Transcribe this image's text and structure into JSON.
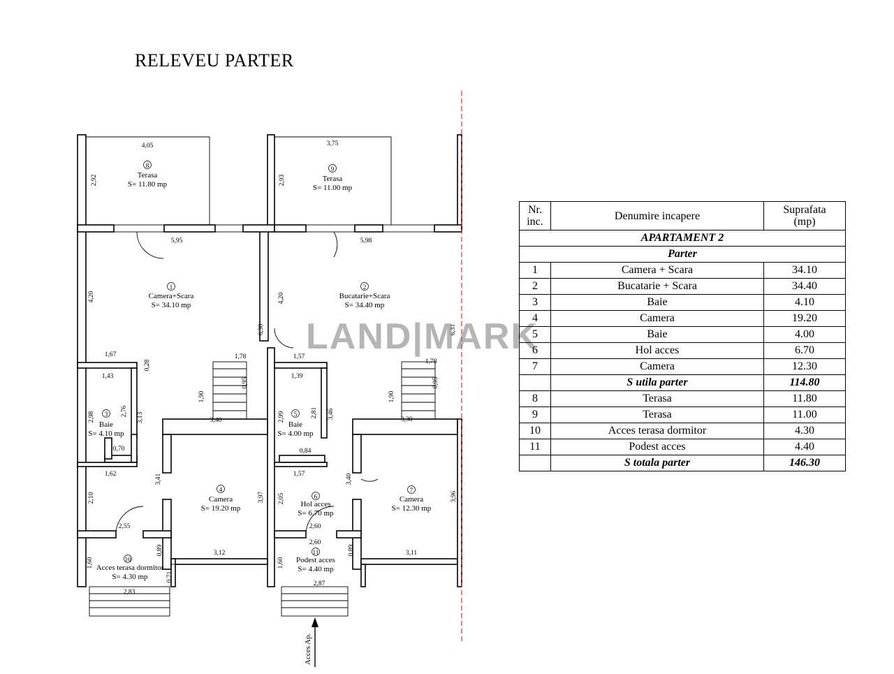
{
  "title": "RELEVEU PARTER",
  "watermark": "LAND|MARK",
  "rooms": [
    {
      "nr": "8",
      "name": "Terasa",
      "area": "S= 11.80 mp"
    },
    {
      "nr": "9",
      "name": "Terasa",
      "area": "S= 11.00 mp"
    },
    {
      "nr": "1",
      "name": "Camera+Scara",
      "area": "S= 34.10 mp"
    },
    {
      "nr": "2",
      "name": "Bucatarie+Scara",
      "area": "S= 34.40 mp"
    },
    {
      "nr": "3",
      "name": "Baie",
      "area": "S= 4.10 mp"
    },
    {
      "nr": "5",
      "name": "Baie",
      "area": "S= 4.00 mp"
    },
    {
      "nr": "4",
      "name": "Camera",
      "area": "S= 19.20 mp"
    },
    {
      "nr": "6",
      "name": "Hol acces",
      "area": "S= 6.70 mp"
    },
    {
      "nr": "7",
      "name": "Camera",
      "area": "S= 12.30 mp"
    },
    {
      "nr": "10",
      "name": "Acces terasa dormitor",
      "area": "S= 4.30 mp"
    },
    {
      "nr": "11",
      "name": "Podest acces",
      "area": "S= 4.40 mp"
    }
  ],
  "dimensions": {
    "d405": "4,05",
    "d375": "3,75",
    "d292": "2,92",
    "d293": "2,93",
    "d595": "5,95",
    "d598": "5,98",
    "d420a": "4,20",
    "d420b": "4,20",
    "d630": "6,30",
    "d631": "6,31",
    "d167": "1,67",
    "d028": "0,28",
    "d178a": "1,78",
    "d157a": "1,57",
    "d178b": "1,78",
    "d143": "1,43",
    "d298": "2,98",
    "d276": "2,76",
    "d313": "3,13",
    "d070": "0,70",
    "d190a": "1,90",
    "d095a": "0,95",
    "d340a": "3,40",
    "d139": "1,39",
    "d299": "2,99",
    "d281": "2,81",
    "d346": "3,46",
    "d084": "0,84",
    "d190b": "1,90",
    "d095b": "0,95",
    "d338": "3,38",
    "d162": "1,62",
    "d341": "3,41",
    "d397": "3,97",
    "d157b": "1,57",
    "d340b": "3,40",
    "d396": "3,96",
    "d210": "2,10",
    "d205": "2,05",
    "d255": "2,55",
    "d260a": "2,60",
    "d260b": "2,60",
    "d160a": "1,60",
    "d089a": "0,89",
    "d071": "0,71",
    "d312": "3,12",
    "d160b": "1,60",
    "d089b": "0,89",
    "d311": "3,11",
    "d283": "2,83",
    "d287": "2,87"
  },
  "entrance_label": "Acces Ap.",
  "table": {
    "headers": {
      "nr": "Nr.",
      "nr2": "inc.",
      "name": "Denumire incapere",
      "area": "Suprafata",
      "area2": "(mp)"
    },
    "apartment": "APARTAMENT 2",
    "floor": "Parter",
    "rows_a": [
      {
        "nr": "1",
        "name": "Camera + Scara",
        "area": "34.10"
      },
      {
        "nr": "2",
        "name": "Bucatarie + Scara",
        "area": "34.40"
      },
      {
        "nr": "3",
        "name": "Baie",
        "area": "4.10"
      },
      {
        "nr": "4",
        "name": "Camera",
        "area": "19.20"
      },
      {
        "nr": "5",
        "name": "Baie",
        "area": "4.00"
      },
      {
        "nr": "6",
        "name": "Hol acces",
        "area": "6.70"
      },
      {
        "nr": "7",
        "name": "Camera",
        "area": "12.30"
      }
    ],
    "subtotal": {
      "label": "S utila parter",
      "area": "114.80"
    },
    "rows_b": [
      {
        "nr": "8",
        "name": "Terasa",
        "area": "11.80"
      },
      {
        "nr": "9",
        "name": "Terasa",
        "area": "11.00"
      },
      {
        "nr": "10",
        "name": "Acces terasa dormitor",
        "area": "4.30"
      },
      {
        "nr": "11",
        "name": "Podest acces",
        "area": "4.40"
      }
    ],
    "total": {
      "label": "S totala parter",
      "area": "146.30"
    }
  }
}
